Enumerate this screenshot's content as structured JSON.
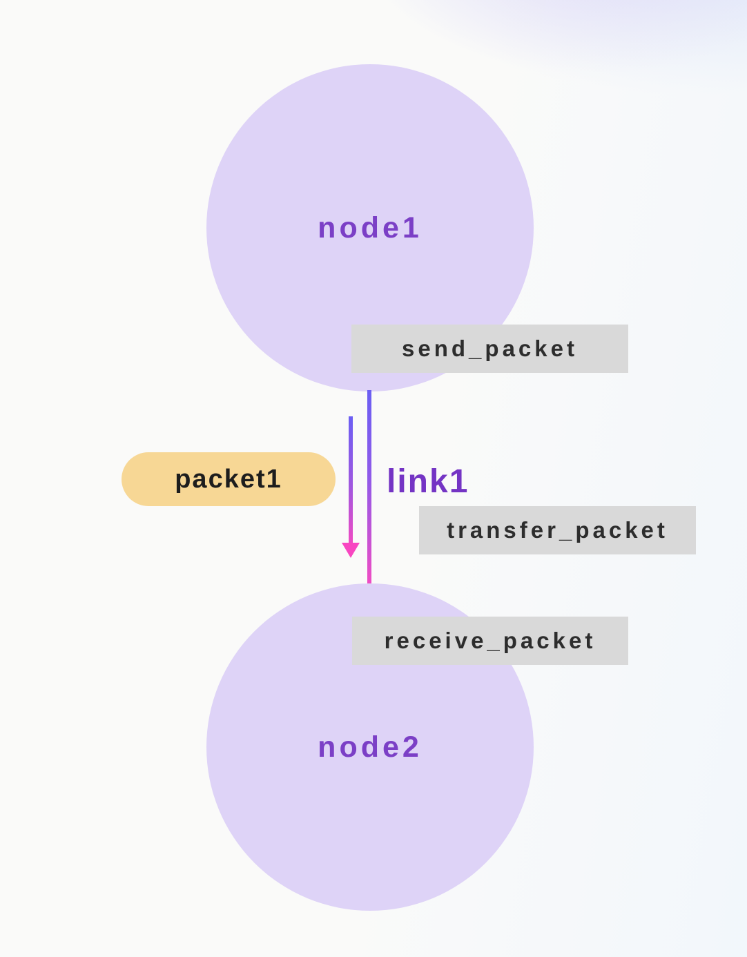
{
  "nodes": [
    {
      "label": "node1"
    },
    {
      "label": "node2"
    }
  ],
  "link": {
    "label": "link1"
  },
  "packet": {
    "label": "packet1"
  },
  "events": {
    "send": "send_packet",
    "transfer": "transfer_packet",
    "receive": "receive_packet"
  },
  "colors": {
    "node_fill": "#ded3f7",
    "node_label": "#7b3fc6",
    "link_label": "#7434c4",
    "event_box_bg": "#d9d9d9",
    "event_text": "#2d2d2d",
    "packet_bg": "#f7d795",
    "packet_text": "#1d1d1d",
    "line_gradient_top": "#6b5ef3",
    "line_gradient_bottom": "#ef4cc4",
    "arrowhead": "#f846c1"
  }
}
